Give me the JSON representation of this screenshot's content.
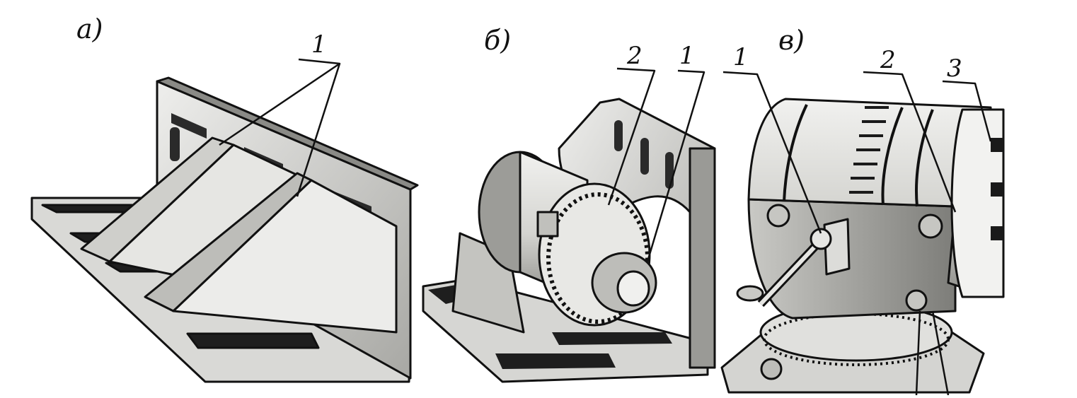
{
  "figure": {
    "panels": [
      {
        "id": "a",
        "label": "а)",
        "callouts": [
          "1"
        ]
      },
      {
        "id": "b",
        "label": "б)",
        "callouts": [
          "2",
          "1"
        ]
      },
      {
        "id": "c",
        "label": "в)",
        "callouts": [
          "1",
          "2",
          "3"
        ]
      }
    ]
  },
  "colors": {
    "ink": "#111111",
    "metal_light": "#e4e4e2",
    "metal_mid": "#b9b9b6",
    "metal_dark": "#6d6d6a",
    "shadow": "#2a2a2a"
  }
}
